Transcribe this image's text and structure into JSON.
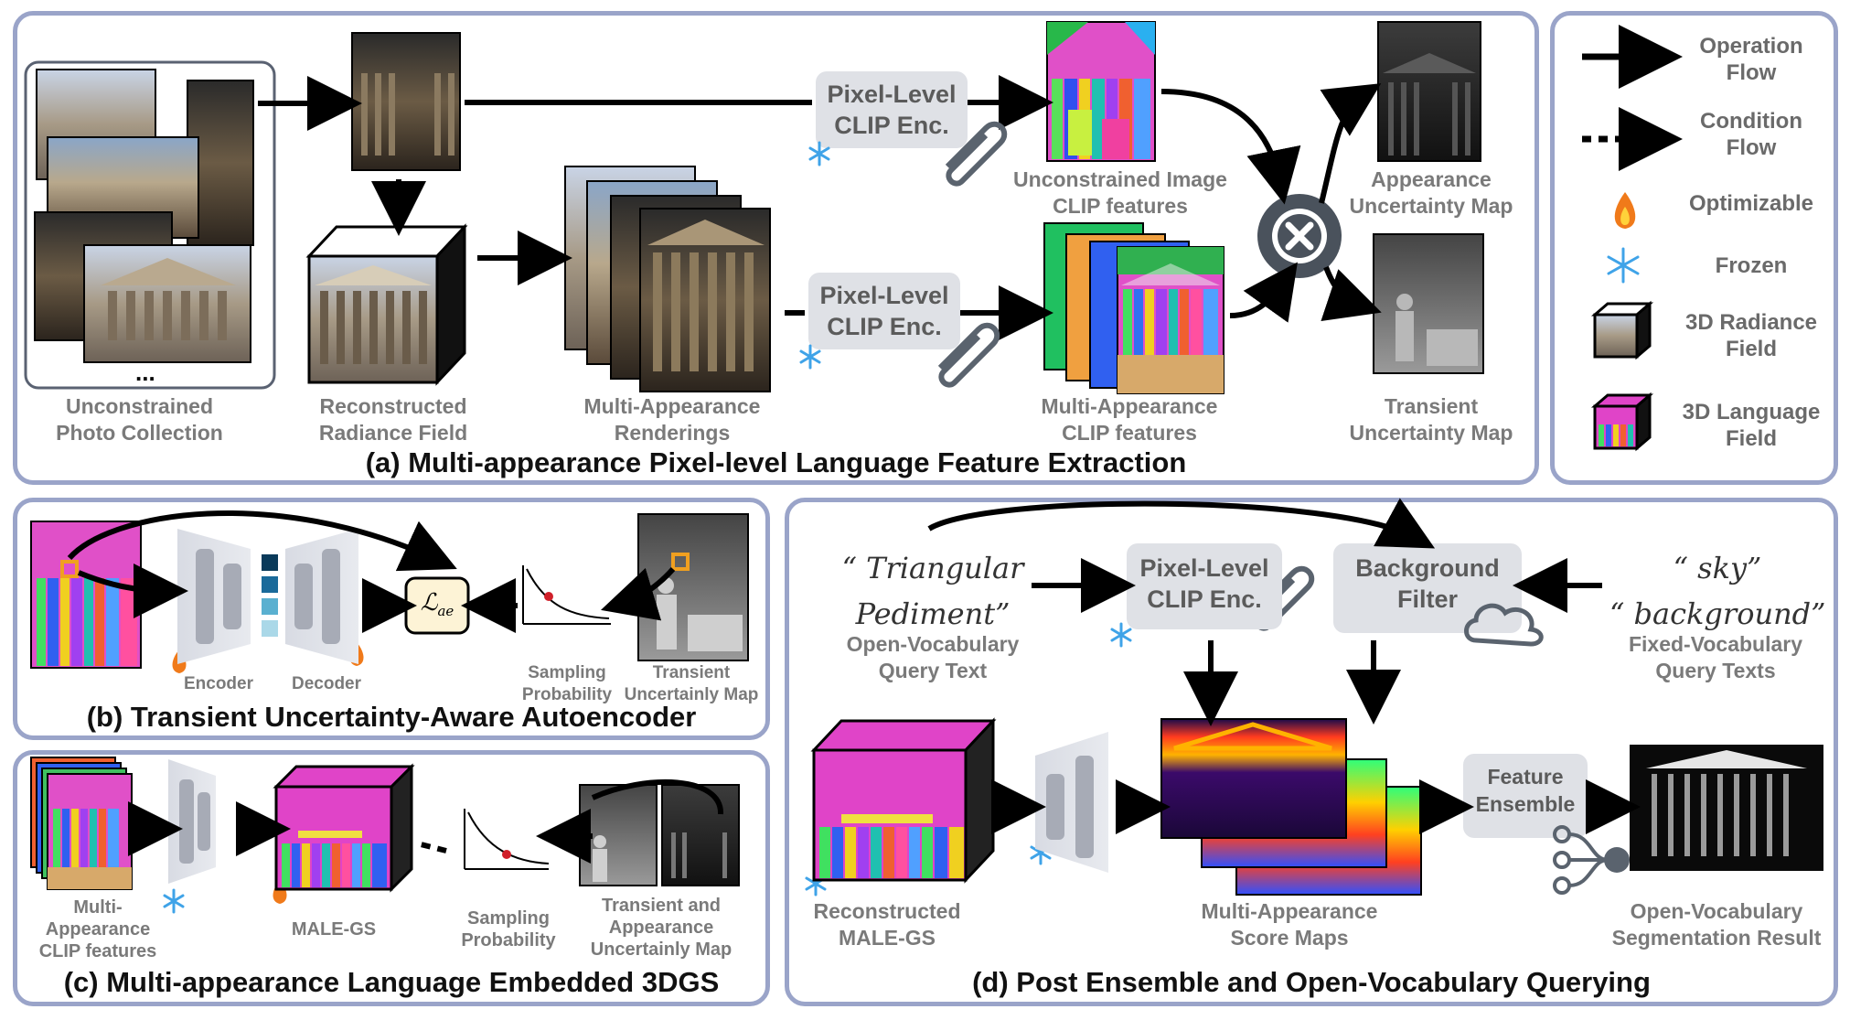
{
  "panel_a": {
    "title": "(a)  Multi-appearance Pixel-level Language Feature Extraction",
    "photo_collection": [
      "Unconstrained",
      "Photo Collection"
    ],
    "ellipsis": "...",
    "radiance_field": [
      "Reconstructed",
      "Radiance Field"
    ],
    "renderings": [
      "Multi-Appearance",
      "Renderings"
    ],
    "clip_enc_top": [
      "Pixel-Level",
      "CLIP Enc."
    ],
    "clip_enc_bottom": [
      "Pixel-Level",
      "CLIP Enc."
    ],
    "image_features": [
      "Unconstrained Image",
      "CLIP features"
    ],
    "multi_features": [
      "Multi-Appearance",
      "CLIP features"
    ],
    "appearance_map": [
      "Appearance",
      "Uncertainty Map"
    ],
    "transient_map": [
      "Transient",
      "Uncertainty Map"
    ]
  },
  "legend": {
    "items": [
      {
        "label": [
          "Operation",
          "Flow"
        ],
        "icon": "solid-arrow-icon"
      },
      {
        "label": [
          "Condition",
          "Flow"
        ],
        "icon": "dashed-arrow-icon"
      },
      {
        "label": [
          "Optimizable"
        ],
        "icon": "flame-icon"
      },
      {
        "label": [
          "Frozen"
        ],
        "icon": "snowflake-icon"
      },
      {
        "label": [
          "3D Radiance",
          "Field"
        ],
        "icon": "radiance-cube-icon"
      },
      {
        "label": [
          "3D Language",
          "Field"
        ],
        "icon": "language-cube-icon"
      }
    ]
  },
  "panel_b": {
    "title": "(b)  Transient Uncertainty-Aware Autoencoder",
    "encoder": "Encoder",
    "decoder": "Decoder",
    "loss": "ℒ",
    "loss_sub": "ae",
    "sampling": [
      "Sampling",
      "Probability"
    ],
    "transient": [
      "Transient",
      "Uncertainly Map"
    ]
  },
  "panel_c": {
    "title": "(c) Multi-appearance Language Embedded 3DGS",
    "features": [
      "Multi-",
      "Appearance",
      "CLIP features"
    ],
    "male_gs": "MALE-GS",
    "sampling": [
      "Sampling",
      "Probability"
    ],
    "maps": [
      "Transient and",
      "Appearance",
      "Uncertainly Map"
    ]
  },
  "panel_d": {
    "title": "(d) Post Ensemble and Open-Vocabulary Querying",
    "query_quote": [
      "“ Triangular",
      "Pediment”"
    ],
    "query_label": [
      "Open-Vocabulary",
      "Query Text"
    ],
    "clip_enc": [
      "Pixel-Level",
      "CLIP Enc."
    ],
    "bg_filter": [
      "Background",
      "Filter"
    ],
    "fixed_quote": [
      "“ sky”",
      "“ background”"
    ],
    "fixed_label": [
      "Fixed-Vocabulary",
      "Query Texts"
    ],
    "reconstructed": [
      "Reconstructed",
      "MALE-GS"
    ],
    "score_maps": [
      "Multi-Appearance",
      "Score Maps"
    ],
    "ensemble": [
      "Feature",
      "Ensemble"
    ],
    "result": [
      "Open-Vocabulary",
      "Segmentation Result"
    ]
  },
  "colors": {
    "panel_border": "#9aa4c9",
    "caption_gray": "#7a7a7a",
    "encoder_box": "#dfe1e6",
    "snowflake": "#3fa3e8",
    "flame": "#f07a1a",
    "magenta": "#e044c8"
  }
}
